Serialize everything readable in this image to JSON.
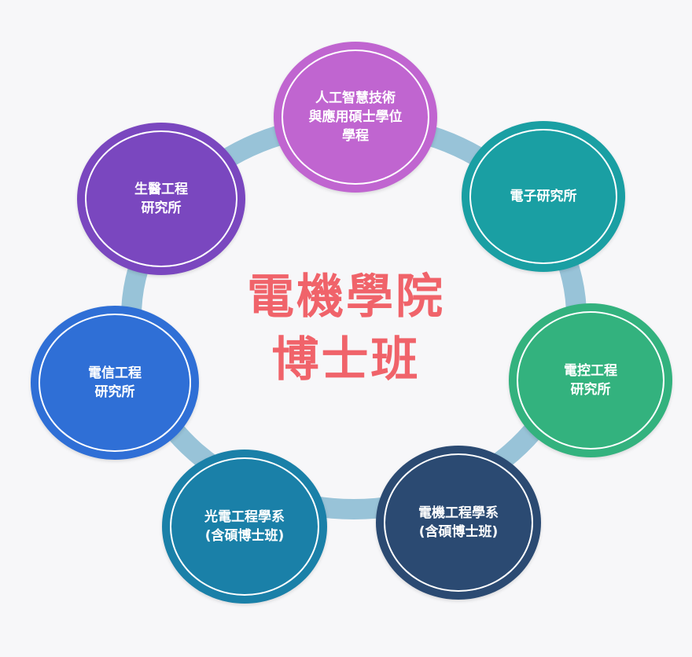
{
  "diagram": {
    "center": {
      "line1": "電機學院",
      "line2": "博士班"
    },
    "nodes": {
      "ai": {
        "label": "人工智慧技術\n與應用碩士學位\n學程",
        "color": "#c065d0"
      },
      "electronics": {
        "label": "電子研究所",
        "color": "#1a9fa3"
      },
      "control": {
        "label": "電控工程\n研究所",
        "color": "#33b27e"
      },
      "ee": {
        "label": "電機工程學系\n(含碩博士班)",
        "color": "#2b4a72"
      },
      "photonics": {
        "label": "光電工程學系\n(含碩博士班)",
        "color": "#1a80a8"
      },
      "telecom": {
        "label": "電信工程\n研究所",
        "color": "#2f6fd6"
      },
      "biomed": {
        "label": "生醫工程\n研究所",
        "color": "#7a47bf"
      }
    },
    "ring_color": "#98c3d8",
    "title_color": "#f0636a"
  }
}
